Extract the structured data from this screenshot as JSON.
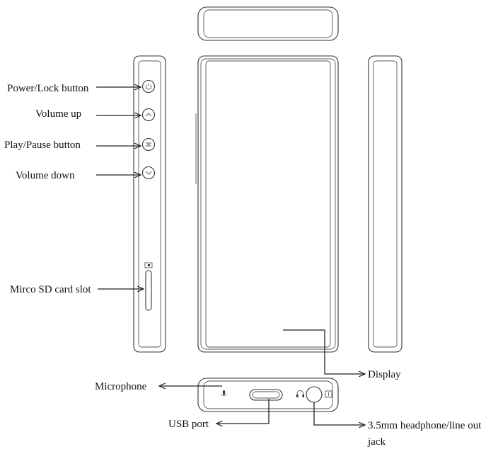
{
  "labels": {
    "power_lock": "Power/Lock button",
    "volume_up": "Volume up",
    "play_pause": "Play/Pause button",
    "volume_down": "Volume down",
    "sd_slot": "Mirco SD card slot",
    "display": "Display",
    "microphone": "Microphone",
    "usb": "USB port",
    "jack_line1": "3.5mm headphone/line out",
    "jack_line2": "jack"
  },
  "colors": {
    "line": "#222222",
    "background": "#ffffff"
  },
  "icons": {
    "power": "power-icon",
    "volume_up": "chevron-up-icon",
    "play_pause": "play-pause-icon",
    "volume_down": "chevron-down-icon",
    "sd_card": "sd-card-icon",
    "mic": "microphone-icon",
    "headphone": "headphone-icon",
    "line_out": "line-out-icon"
  }
}
